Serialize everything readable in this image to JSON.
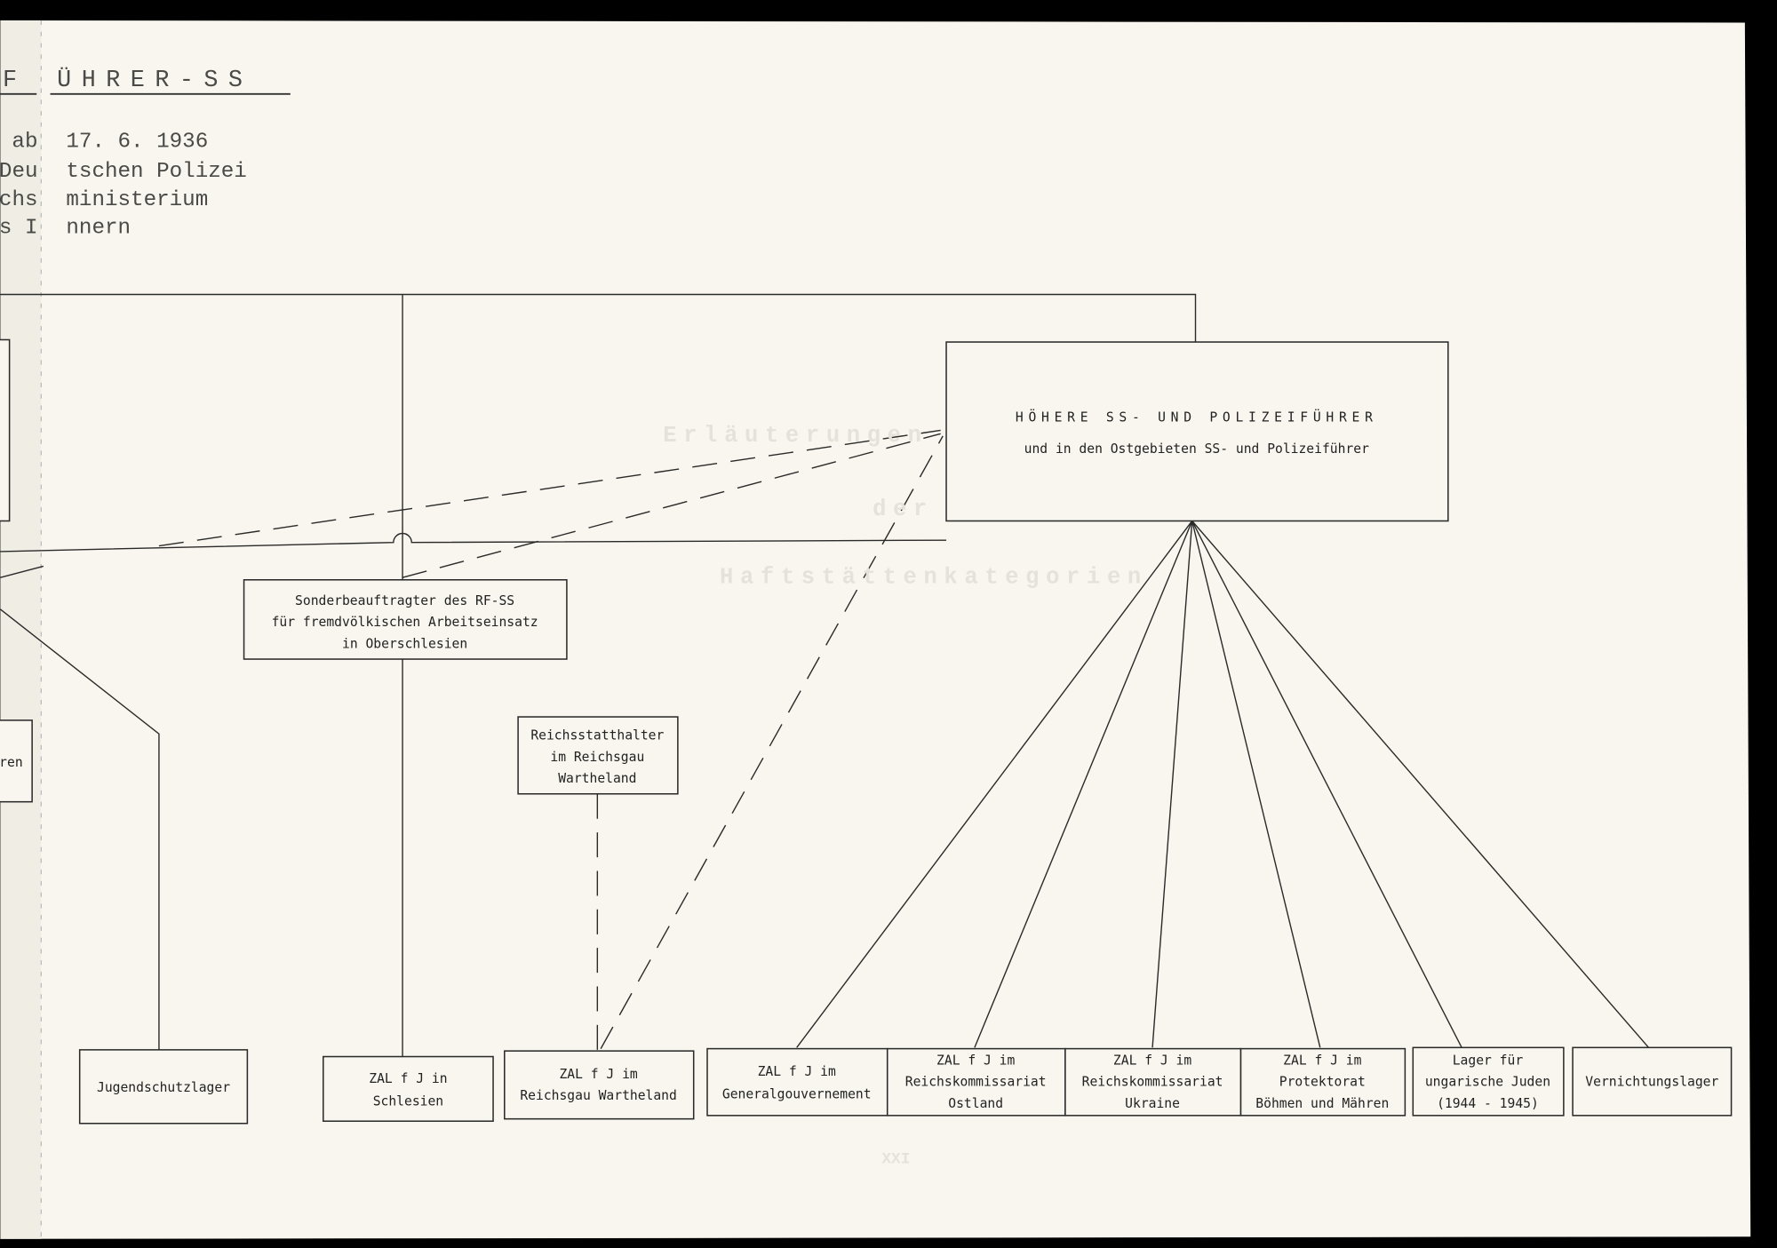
{
  "header": {
    "title_fragment_left": "F",
    "title_fragment_right": "ÜHRER-SS",
    "lines_left": [
      "ab",
      "Deu",
      "ichs",
      "es I"
    ],
    "lines_right": [
      "17. 6. 1936",
      "tschen Polizei",
      "ministerium",
      "nnern"
    ]
  },
  "main_box": {
    "title": "HÖHERE SS- UND POLIZEIFÜHRER",
    "subtitle": "und in den Ostgebieten SS- und Polizeiführer"
  },
  "left_fragment_box": "ren",
  "sonder_box": [
    "Sonderbeauftragter des RF-SS",
    "für fremdvölkischen Arbeitseinsatz",
    "in Oberschlesien"
  ],
  "reichsstatthalter_box": [
    "Reichsstatthalter",
    "im Reichsgau",
    "Wartheland"
  ],
  "bottom_boxes": [
    {
      "lines": [
        "Jugendschutzlager"
      ]
    },
    {
      "lines": [
        "ZAL f J in",
        "Schlesien"
      ]
    },
    {
      "lines": [
        "ZAL f J im",
        "Reichsgau Wartheland"
      ]
    },
    {
      "lines": [
        "ZAL f J im",
        "Generalgouvernement"
      ]
    },
    {
      "lines": [
        "ZAL f J im",
        "Reichskommissariat",
        "Ostland"
      ]
    },
    {
      "lines": [
        "ZAL f J im",
        "Reichskommissariat",
        "Ukraine"
      ]
    },
    {
      "lines": [
        "ZAL f J im",
        "Protektorat",
        "Böhmen und Mähren"
      ]
    },
    {
      "lines": [
        "Lager für",
        "ungarische Juden",
        "(1944 - 1945)"
      ]
    },
    {
      "lines": [
        "Vernichtungslager"
      ]
    }
  ],
  "bleed_through": [
    "Erläuterungen",
    "der",
    "Haftstättenkategorien"
  ],
  "page_number": "XXI"
}
